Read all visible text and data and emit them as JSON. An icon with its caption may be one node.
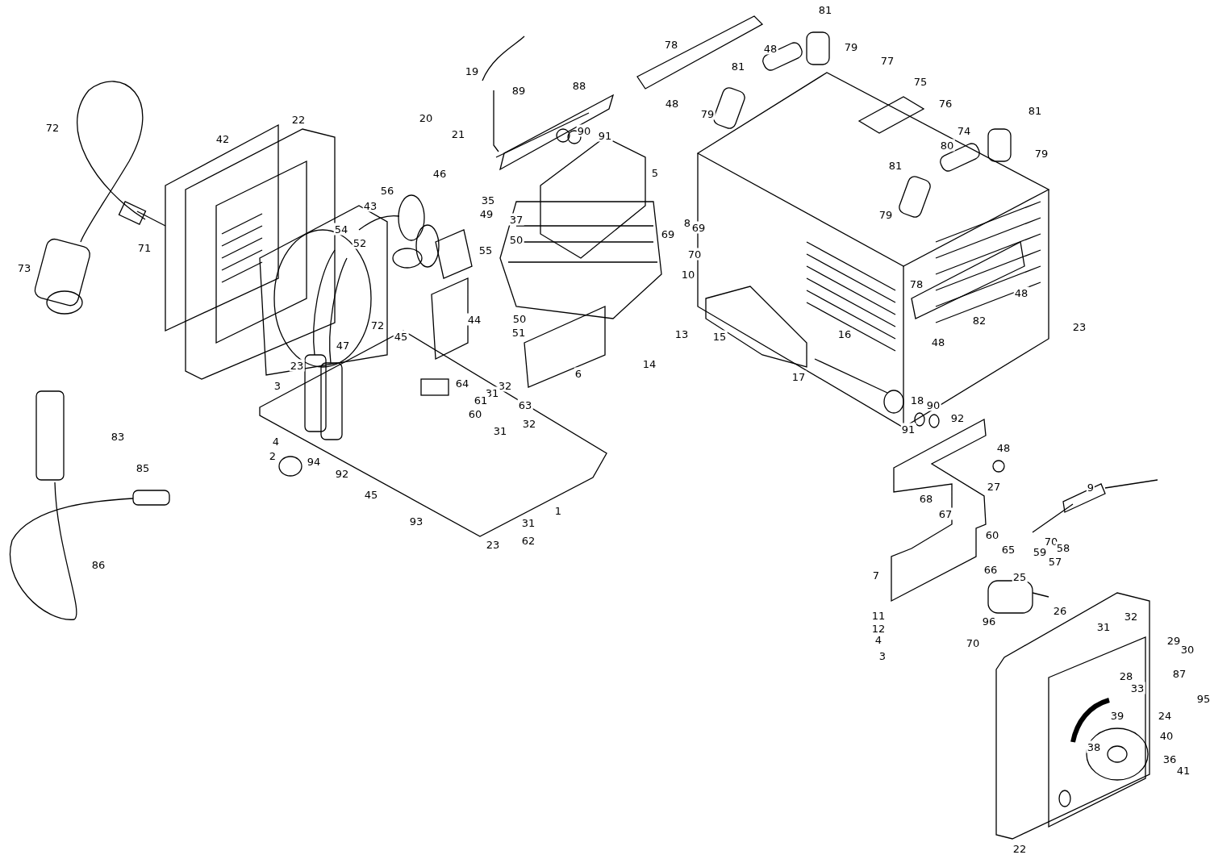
{
  "diagram": {
    "labels": [
      "81",
      "78",
      "48",
      "79",
      "77",
      "81",
      "19",
      "89",
      "88",
      "75",
      "48",
      "76",
      "79",
      "81",
      "20",
      "22",
      "21",
      "90",
      "91",
      "72",
      "42",
      "74",
      "80",
      "79",
      "81",
      "5",
      "35",
      "56",
      "46",
      "43",
      "79",
      "37",
      "49",
      "8",
      "69",
      "54",
      "69",
      "50",
      "52",
      "71",
      "70",
      "55",
      "73",
      "10",
      "78",
      "48",
      "72",
      "44",
      "45",
      "50",
      "15",
      "16",
      "82",
      "13",
      "23",
      "48",
      "51",
      "47",
      "23",
      "14",
      "6",
      "3",
      "64",
      "32",
      "31",
      "17",
      "61",
      "63",
      "18",
      "60",
      "32",
      "91",
      "90",
      "92",
      "31",
      "83",
      "48",
      "4",
      "2",
      "94",
      "92",
      "85",
      "9",
      "27",
      "45",
      "68",
      "67",
      "1",
      "93",
      "31",
      "60",
      "70",
      "58",
      "23",
      "62",
      "65",
      "59",
      "57",
      "86",
      "66",
      "7",
      "25",
      "26",
      "11",
      "31",
      "32",
      "12",
      "96",
      "4",
      "29",
      "30",
      "70",
      "3",
      "28",
      "87",
      "33",
      "95",
      "24",
      "39",
      "40",
      "38",
      "36",
      "41",
      "22"
    ]
  }
}
